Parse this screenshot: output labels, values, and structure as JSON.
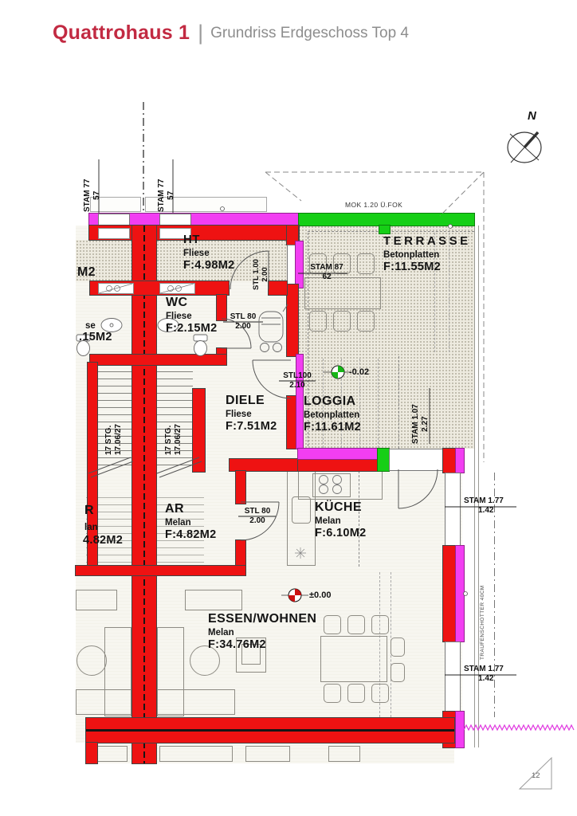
{
  "header": {
    "title": "Quattrohaus 1",
    "divider": "|",
    "subtitle": "Grundriss Erdgeschoss Top 4"
  },
  "compass": {
    "north": "N"
  },
  "page": {
    "number": "12"
  },
  "rooms": {
    "ht": {
      "name": "HT",
      "finish": "Fliese",
      "area": "F:4.98M2"
    },
    "wc": {
      "name": "WC",
      "finish": "Fliese",
      "area": "F:2.15M2"
    },
    "diele": {
      "name": "DIELE",
      "finish": "Fliese",
      "area": "F:7.51M2"
    },
    "terrasse": {
      "name": "TERRASSE",
      "finish": "Betonplatten",
      "area": "F:11.55M2"
    },
    "loggia": {
      "name": "LOGGIA",
      "finish": "Betonplatten",
      "area": "F:11.61M2"
    },
    "kueche": {
      "name": "KÜCHE",
      "finish": "Melan",
      "area": "F:6.10M2"
    },
    "ar": {
      "name": "AR",
      "finish": "Melan",
      "area": "F:4.82M2"
    },
    "essen": {
      "name": "ESSEN/WOHNEN",
      "finish": "Melan",
      "area": "F:34.76M2"
    }
  },
  "neighbor": {
    "top_area": "M2",
    "wc_finish": "se",
    "wc_area": ".15M2",
    "ar_name": "R",
    "ar_finish": "lan",
    "ar_area": "4.82M2"
  },
  "stairs": {
    "left1": "17 STG.",
    "left2": "17.06/27",
    "right1": "17 STG.",
    "right2": "17.06/27"
  },
  "dims": {
    "stam77a1": "STAM 77",
    "stam77a2": "57",
    "stam77b1": "STAM 77",
    "stam77b2": "57",
    "stam871": "STAM 87",
    "stam872": "62",
    "stl100ht1": "STL 1.00",
    "stl100ht2": "2.00",
    "stl80wc1": "STL 80",
    "stl80wc2": "2.00",
    "stl100d1": "STL100",
    "stl100d2": "2.10",
    "stl80ar1": "STL 80",
    "stl80ar2": "2.00",
    "stam1071": "STAM 1.07",
    "stam1072": "2.27",
    "stam177a1": "STAM 1.77",
    "stam177a2": "1.42",
    "stam177b1": "STAM 1.77",
    "stam177b2": "1.42",
    "mok": "MOK 1.20 Ü.FOK",
    "traufe": "TRAUFENSCHOTTER 40CM"
  },
  "levels": {
    "loggia": "-0.02",
    "interior": "±0.00"
  },
  "colors": {
    "wall_red": "#ee1212",
    "band_magenta": "#f23ef2",
    "band_green": "#16cf16",
    "header_red": "#c22a42"
  }
}
